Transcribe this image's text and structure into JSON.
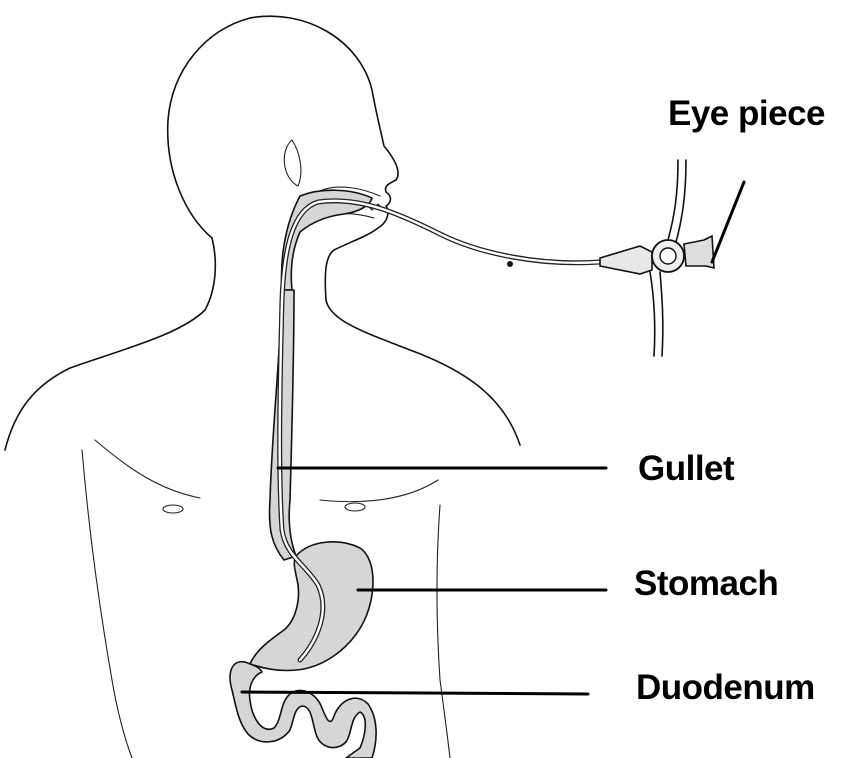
{
  "labels": {
    "eye_piece": "Eye piece",
    "gullet": "Gullet",
    "stomach": "Stomach",
    "duodenum": "Duodenum"
  },
  "colors": {
    "organ_fill": "#d6d6d6",
    "line": "#000000",
    "background": "#ffffff"
  }
}
